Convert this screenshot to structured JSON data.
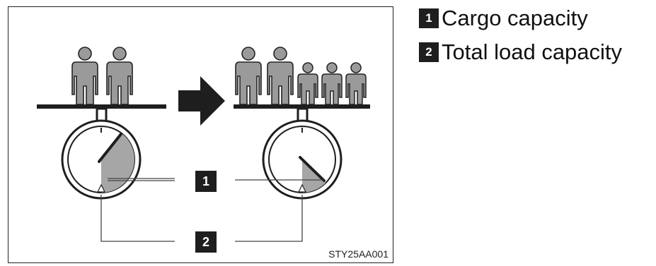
{
  "figure": {
    "code": "STY25AA001"
  },
  "callouts": [
    {
      "number": "1",
      "label": "Cargo capacity"
    },
    {
      "number": "2",
      "label": "Total load capacity"
    }
  ],
  "colors": {
    "ink": "#1e1e1e",
    "figure_fill": "#9a9a9a",
    "dial_fill": "#a6a6a6",
    "background": "#ffffff"
  },
  "icons": [
    "person-icon",
    "child-icon",
    "right-arrow-icon",
    "scale-dial-icon"
  ]
}
